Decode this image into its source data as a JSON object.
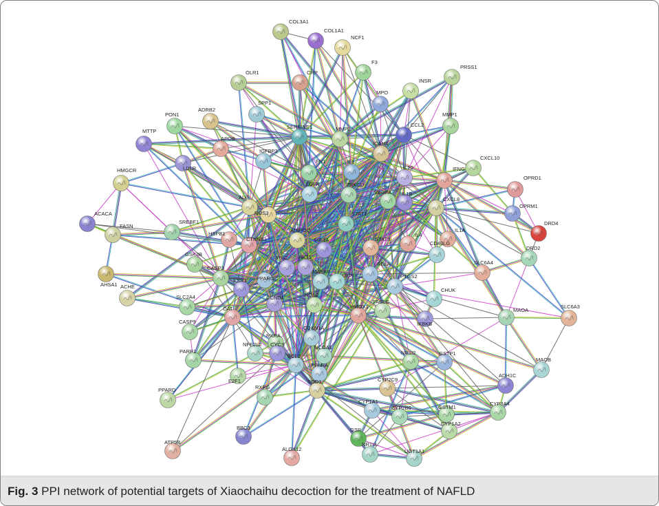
{
  "figure": {
    "caption_label": "Fig. 3",
    "caption_text": "PPI network of potential targets of Xiaochaihu decoction for the treatment of NAFLD"
  },
  "network": {
    "edge_colors": [
      "#5a5a5a",
      "#c8c835",
      "#39b5b5",
      "#c839c8",
      "#3939c8",
      "#34a034"
    ],
    "nodes": [
      {
        "id": "COL3A1",
        "color": "#b9c98c"
      },
      {
        "id": "COL1A1",
        "color": "#9b6fd1"
      },
      {
        "id": "NCF1",
        "color": "#e2d99a"
      },
      {
        "id": "F3",
        "color": "#9ed39a"
      },
      {
        "id": "PRSS1",
        "color": "#b9d49a"
      },
      {
        "id": "OLR1",
        "color": "#b7cd96"
      },
      {
        "id": "CRP",
        "color": "#d9a08f"
      },
      {
        "id": "INSR",
        "color": "#c6dda4"
      },
      {
        "id": "MPO",
        "color": "#8fa8dc"
      },
      {
        "id": "SPP1",
        "color": "#9fcbd6"
      },
      {
        "id": "PON1",
        "color": "#9fd7a1"
      },
      {
        "id": "ADRB2",
        "color": "#d9c38c"
      },
      {
        "id": "MMP1",
        "color": "#a8d39a"
      },
      {
        "id": "MTTP",
        "color": "#8e84d3"
      },
      {
        "id": "APOB",
        "color": "#e3a99a"
      },
      {
        "id": "SERPINE1",
        "color": "#5fb3b6"
      },
      {
        "id": "MMP2",
        "color": "#b9d79e"
      },
      {
        "id": "CCL2",
        "color": "#6269c6"
      },
      {
        "id": "IGFBP3",
        "color": "#98c6d9"
      },
      {
        "id": "ICAM1",
        "color": "#d5c293"
      },
      {
        "id": "LDLR",
        "color": "#9b94d6"
      },
      {
        "id": "HMGCR",
        "color": "#d3cf90"
      },
      {
        "id": "FN1",
        "color": "#9ad3a8"
      },
      {
        "id": "IL6",
        "color": "#8fb5d8"
      },
      {
        "id": "CXCL10",
        "color": "#b3d69b"
      },
      {
        "id": "IL10",
        "color": "#b9b2e2"
      },
      {
        "id": "IFNG",
        "color": "#e3a59b"
      },
      {
        "id": "OPRD1",
        "color": "#e09a9a"
      },
      {
        "id": "EGFR",
        "color": "#a7d1e1"
      },
      {
        "id": "PRKCD",
        "color": "#a8d5b0"
      },
      {
        "id": "ALB",
        "color": "#d8d49a"
      },
      {
        "id": "NOS3",
        "color": "#e8d59b"
      },
      {
        "id": "VEGFA",
        "color": "#9fd7a4"
      },
      {
        "id": "IL1B",
        "color": "#9b8ed8"
      },
      {
        "id": "CXCL8",
        "color": "#d3cfa0"
      },
      {
        "id": "OPRM1",
        "color": "#8f9fd9"
      },
      {
        "id": "ACACA",
        "color": "#8a84d0"
      },
      {
        "id": "FASN",
        "color": "#cfd0a0"
      },
      {
        "id": "SREBF1",
        "color": "#9fd3ad"
      },
      {
        "id": "HSPB1",
        "color": "#e0a7a2"
      },
      {
        "id": "ADIPOQ",
        "color": "#d9d59a"
      },
      {
        "id": "STAT1",
        "color": "#8ecfc0"
      },
      {
        "id": "IL1A",
        "color": "#e3ab9b"
      },
      {
        "id": "DRD4",
        "color": "#d9433d"
      },
      {
        "id": "CTNNB1",
        "color": "#e3a2a6"
      },
      {
        "id": "HIF1A",
        "color": "#9d95db"
      },
      {
        "id": "STAT3",
        "color": "#e3b59b"
      },
      {
        "id": "IL4",
        "color": "#e0a79a"
      },
      {
        "id": "CD40LG",
        "color": "#a8d4d9"
      },
      {
        "id": "DRD2",
        "color": "#a3d7b8"
      },
      {
        "id": "AHSA1",
        "color": "#c9b86f"
      },
      {
        "id": "GSK3B",
        "color": "#a7d49b"
      },
      {
        "id": "CASP3",
        "color": "#a9d49f"
      },
      {
        "id": "MYC",
        "color": "#a7a0de"
      },
      {
        "id": "AKT1",
        "color": "#aca2db"
      },
      {
        "id": "MAPK8",
        "color": "#a3cfd5"
      },
      {
        "id": "RELA",
        "color": "#a2c2e0"
      },
      {
        "id": "SLC6A4",
        "color": "#e3ad99"
      },
      {
        "id": "ESR1",
        "color": "#9c96dc"
      },
      {
        "id": "PPARG",
        "color": "#a6c6e0"
      },
      {
        "id": "JUN",
        "color": "#a1d5d4"
      },
      {
        "id": "PTGS2",
        "color": "#a9c9de"
      },
      {
        "id": "ACHE",
        "color": "#d7d3a6"
      },
      {
        "id": "SLC2A4",
        "color": "#a6d7a4"
      },
      {
        "id": "CAT",
        "color": "#e0a6a6"
      },
      {
        "id": "CCND1",
        "color": "#a89fdd"
      },
      {
        "id": "NOS2",
        "color": "#b9dba6"
      },
      {
        "id": "CHUK",
        "color": "#a4d6d6"
      },
      {
        "id": "MAOA",
        "color": "#a7d5b4"
      },
      {
        "id": "SLC6A3",
        "color": "#e3b497"
      },
      {
        "id": "HMOX1",
        "color": "#e2a59c"
      },
      {
        "id": "FASLG",
        "color": "#b5d7ad"
      },
      {
        "id": "IKBKB",
        "color": "#9d98d9"
      },
      {
        "id": "CASP9",
        "color": "#a9d6a6"
      },
      {
        "id": "CDKN1A",
        "color": "#a7cbd9"
      },
      {
        "id": "RXRA",
        "color": "#a7d3a3"
      },
      {
        "id": "NFE2L2",
        "color": "#a9d5c8"
      },
      {
        "id": "PARP1",
        "color": "#a6d6a8"
      },
      {
        "id": "CYCS",
        "color": "#9e96da"
      },
      {
        "id": "BCL2",
        "color": "#a8cdda"
      },
      {
        "id": "NCOA1",
        "color": "#a8d6c4"
      },
      {
        "id": "PPARA",
        "color": "#a7c8e0"
      },
      {
        "id": "NR1I2",
        "color": "#a9d6a2"
      },
      {
        "id": "GSTP1",
        "color": "#9ab6de"
      },
      {
        "id": "MAOB",
        "color": "#a8d6d6"
      },
      {
        "id": "E2F1",
        "color": "#b3d8a6"
      },
      {
        "id": "SOD1",
        "color": "#d8cf9f"
      },
      {
        "id": "CYP2C9",
        "color": "#d9c293"
      },
      {
        "id": "ADH1C",
        "color": "#8d87d6"
      },
      {
        "id": "PPARD",
        "color": "#bcd9a4"
      },
      {
        "id": "RXRG",
        "color": "#a6d7b2"
      },
      {
        "id": "CYP1A1",
        "color": "#a5c9dd"
      },
      {
        "id": "CYP2B6",
        "color": "#a6d8b5"
      },
      {
        "id": "GSTM1",
        "color": "#a9d6a4"
      },
      {
        "id": "CYP3A4",
        "color": "#a9d8a7"
      },
      {
        "id": "BBC3",
        "color": "#8685ce"
      },
      {
        "id": "GSR",
        "color": "#5fb65a"
      },
      {
        "id": "CYP1A2",
        "color": "#b9dba8"
      },
      {
        "id": "ATP5B",
        "color": "#e2b0a0"
      },
      {
        "id": "ALOX12",
        "color": "#e5a9a3"
      },
      {
        "id": "NR1I3",
        "color": "#a3d6c7"
      },
      {
        "id": "UGT1A1",
        "color": "#a7d5cb"
      }
    ]
  }
}
